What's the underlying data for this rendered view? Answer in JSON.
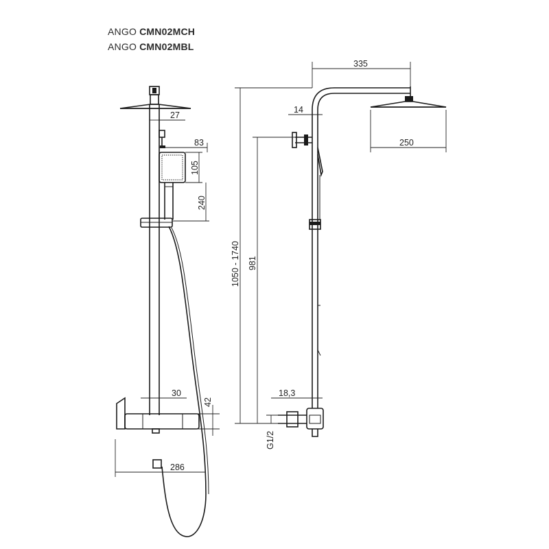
{
  "titles": [
    {
      "brand": "ANGO",
      "model": "CMN02MCH"
    },
    {
      "brand": "ANGO",
      "model": "CMN02MBL"
    }
  ],
  "dimensions": {
    "front_head_offset": "27",
    "handshower_width": "83",
    "handshower_height": "105",
    "holder_drop": "240",
    "thermostat_pipe_offset": "30",
    "thermostat_depth": "42",
    "wall_offset": "286",
    "arm_reach": "335",
    "arm_pipe": "14",
    "head_diameter": "250",
    "height_range": "1050 - 1740",
    "rail_height": "981",
    "inlet_offset": "18,3",
    "thread": "G1/2"
  }
}
